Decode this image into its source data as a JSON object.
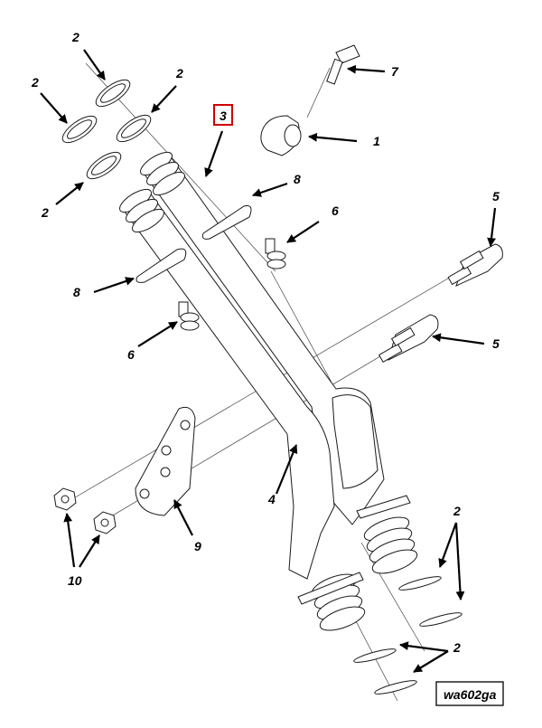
{
  "figure_id": "wa602ga",
  "highlight_color": "#d00000",
  "callouts": {
    "c1": "1",
    "c2a": "2",
    "c2b": "2",
    "c2c": "2",
    "c2d": "2",
    "c2e": "2",
    "c2f": "2",
    "c3": "3",
    "c4": "4",
    "c5a": "5",
    "c5b": "5",
    "c6a": "6",
    "c6b": "6",
    "c7": "7",
    "c8a": "8",
    "c8b": "8",
    "c9": "9",
    "c10": "10"
  }
}
